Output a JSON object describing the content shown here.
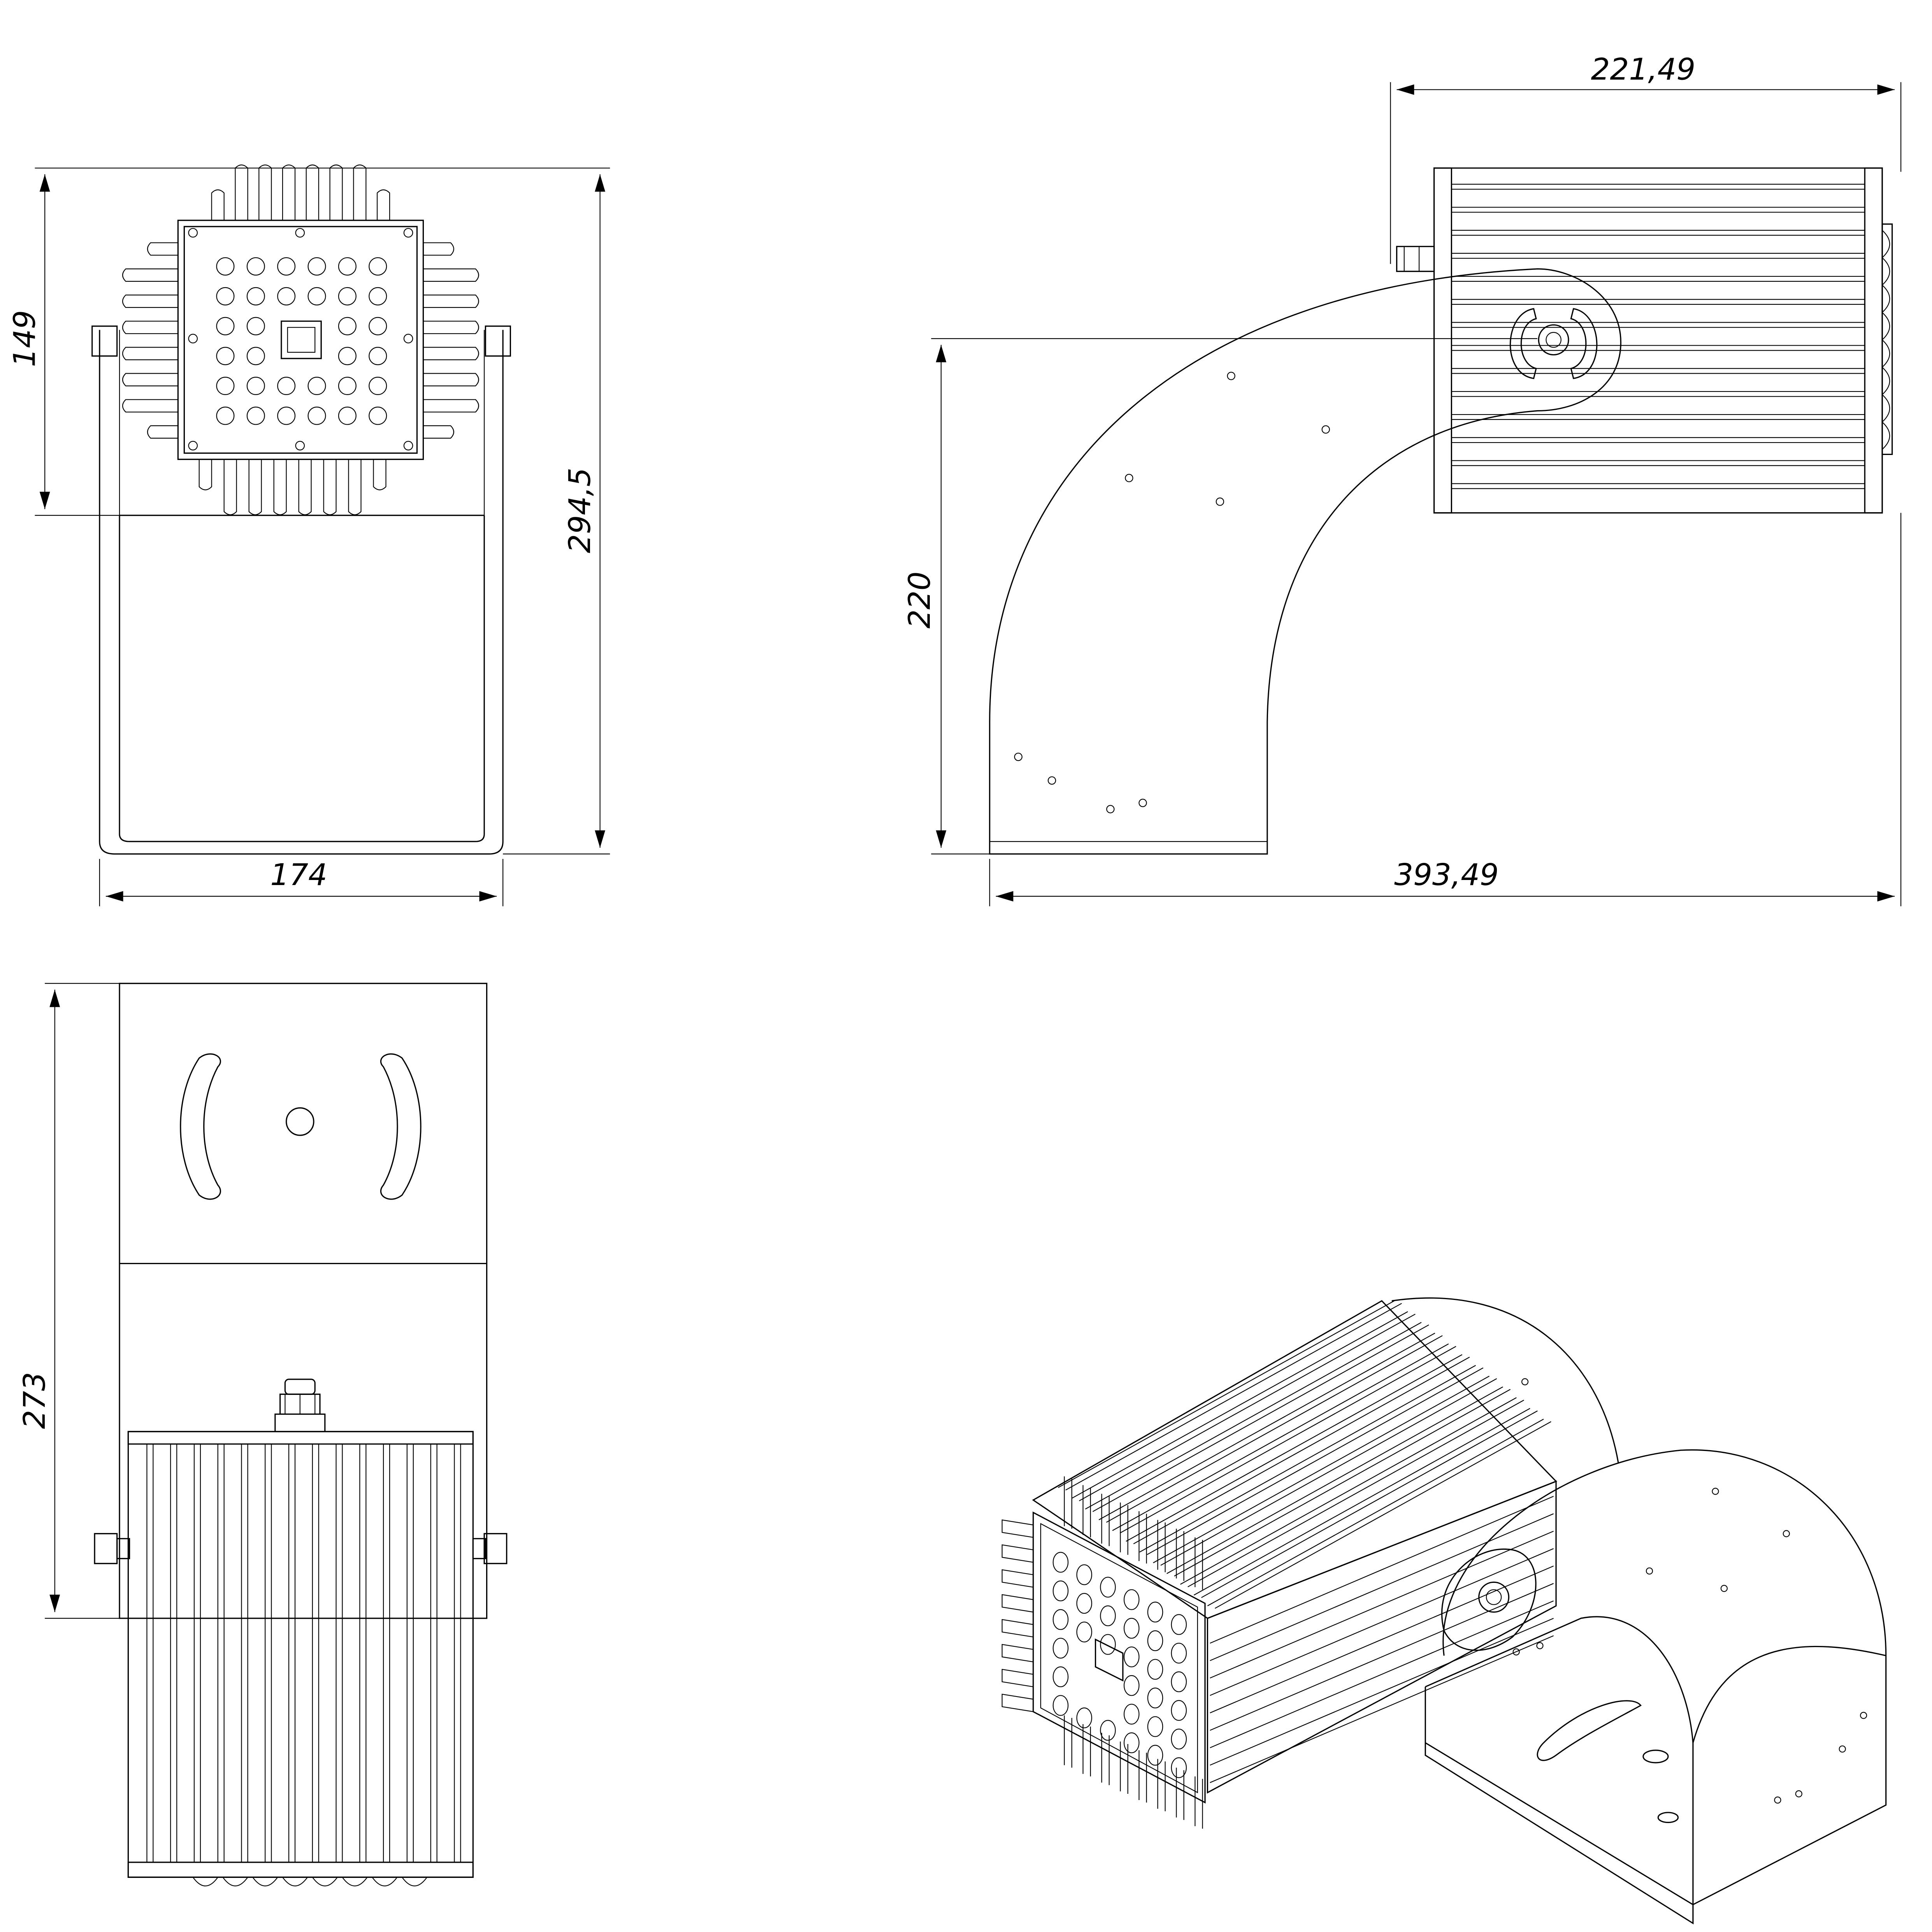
{
  "dimensions": {
    "front_fin_height": "149",
    "front_total_height": "294,5",
    "front_width": "174",
    "side_lamp_length": "221,49",
    "side_height": "220",
    "side_total_length": "393,49",
    "top_length": "273"
  },
  "colors": {
    "line": "#000000",
    "background": "#ffffff"
  }
}
